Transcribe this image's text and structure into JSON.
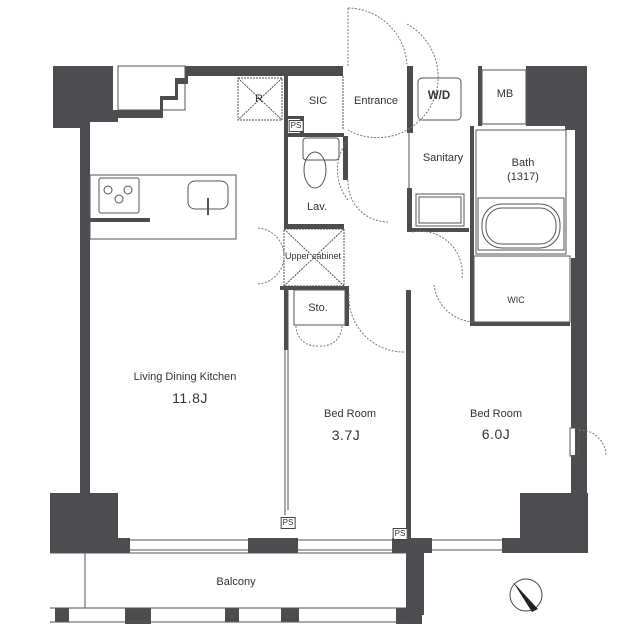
{
  "floor_plan": {
    "colors": {
      "wall": "#4d4d50",
      "line": "#555555",
      "background": "#ffffff"
    },
    "rooms": {
      "ldk": {
        "label": "Living Dining Kitchen",
        "area": "11.8J"
      },
      "bedroom1": {
        "label": "Bed Room",
        "area": "3.7J"
      },
      "bedroom2": {
        "label": "Bed Room",
        "area": "6.0J"
      },
      "entrance": {
        "label": "Entrance"
      },
      "sic": {
        "label": "SIC"
      },
      "lav": {
        "label": "Lav."
      },
      "sanitary": {
        "label": "Sanitary"
      },
      "bath": {
        "label": "Bath",
        "size": "(1317)"
      },
      "wd": {
        "label": "W/D"
      },
      "mb": {
        "label": "MB"
      },
      "wic": {
        "label": "WIC"
      },
      "storage": {
        "label": "Sto."
      },
      "upper_cabinet": {
        "label": "Upper cabinet"
      },
      "balcony": {
        "label": "Balcony"
      },
      "refrigerator": {
        "label": "R"
      }
    },
    "pipe_spaces": [
      "PS",
      "PS",
      "PS"
    ],
    "compass": {
      "icon": "north-arrow-icon"
    }
  }
}
